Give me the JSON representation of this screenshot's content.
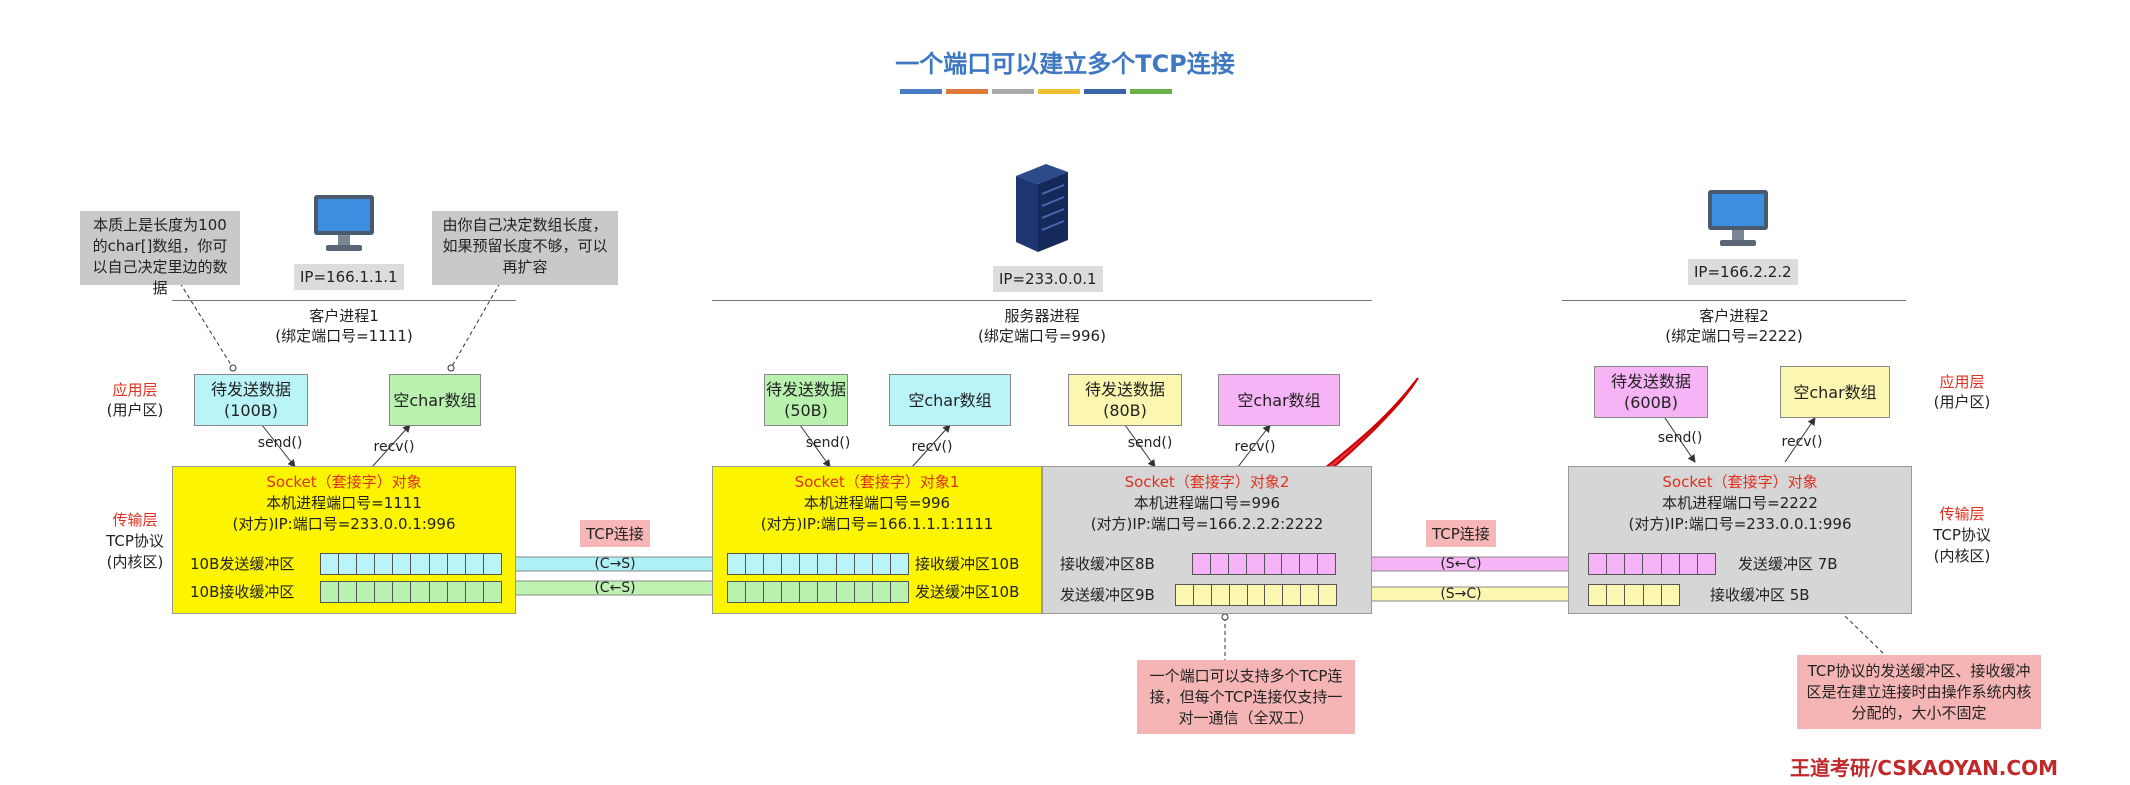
{
  "title": "一个端口可以建立多个TCP连接",
  "stripe_colors": [
    "#4a7cc6",
    "#e07a3a",
    "#a9a9a9",
    "#f0c030",
    "#3a64a8",
    "#6cb04a"
  ],
  "notes": {
    "left_note": "本质上是长度为100的char[]数组，你可以自己决定里边的数据",
    "right_note": "由你自己决定数组长度，如果预留长度不够，可以再扩容",
    "center_bottom": "一个端口可以支持多个TCP连接，但每个TCP连接仅支持一对一通信（全双工）",
    "right_bottom": "TCP协议的发送缓冲区、接收缓冲区是在建立连接时由操作系统内核分配的，大小不固定"
  },
  "layers": {
    "app_left": "应用层",
    "app_left_sub": "(用户区)",
    "trans_left": "传输层",
    "trans_left_sub1": "TCP协议",
    "trans_left_sub2": "(内核区)",
    "app_right": "应用层",
    "app_right_sub": "(用户区)",
    "trans_right": "传输层",
    "trans_right_sub1": "TCP协议",
    "trans_right_sub2": "(内核区)"
  },
  "client1": {
    "ip": "IP=166.1.1.1",
    "proc": "客户进程1",
    "port": "(绑定端口号=1111)",
    "send_data": "待发送数据\n(100B)",
    "empty_array": "空char数组",
    "send_call": "send()",
    "recv_call": "recv()",
    "socket_title": "Socket（套接字）对象",
    "local_port": "本机进程端口号=1111",
    "remote": "(对方)IP:端口号=233.0.0.1:996",
    "send_buf": "10B发送缓冲区",
    "recv_buf": "10B接收缓冲区"
  },
  "server": {
    "ip": "IP=233.0.0.1",
    "proc": "服务器进程",
    "port": "(绑定端口号=996)",
    "send_data1": "待发送数据\n(50B)",
    "empty1": "空char数组",
    "send_data2": "待发送数据\n(80B)",
    "empty2": "空char数组",
    "send_call": "send()",
    "recv_call": "recv()",
    "sock1_title": "Socket（套接字）对象1",
    "sock1_local": "本机进程端口号=996",
    "sock1_remote": "(对方)IP:端口号=166.1.1.1:1111",
    "sock1_recv": "接收缓冲区10B",
    "sock1_send": "发送缓冲区10B",
    "sock2_title": "Socket（套接字）对象2",
    "sock2_local": "本机进程端口号=996",
    "sock2_remote": "(对方)IP:端口号=166.2.2.2:2222",
    "sock2_recv": "接收缓冲区8B",
    "sock2_send": "发送缓冲区9B"
  },
  "client2": {
    "ip": "IP=166.2.2.2",
    "proc": "客户进程2",
    "port": "(绑定端口号=2222)",
    "send_data": "待发送数据\n(600B)",
    "empty_array": "空char数组",
    "send_call": "send()",
    "recv_call": "recv()",
    "socket_title": "Socket（套接字）对象",
    "local_port": "本机进程端口号=2222",
    "remote": "(对方)IP:端口号=233.0.0.1:996",
    "send_buf": "发送缓冲区 7B",
    "recv_buf": "接收缓冲区 5B"
  },
  "links": {
    "tcp1": "TCP连接",
    "tcp2": "TCP连接",
    "c_to_s": "(C→S)",
    "c_from_s": "(C←S)",
    "s_from_c": "(S←C)",
    "s_to_c": "(S→C)"
  },
  "watermark": "王道考研/CSKAOYAN.COM"
}
